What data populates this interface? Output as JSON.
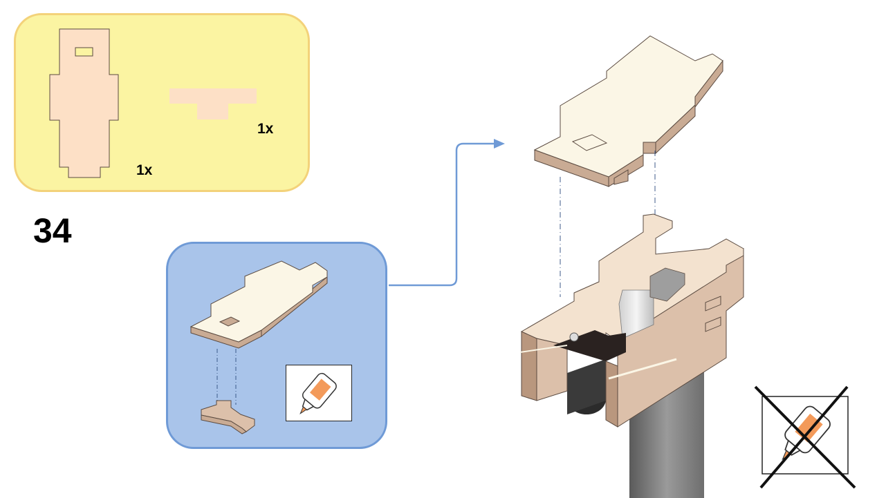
{
  "step": {
    "number": "34"
  },
  "parts": [
    {
      "quantity": "1x"
    },
    {
      "quantity": "1x"
    }
  ],
  "colors": {
    "parts_panel_bg": "#fbf4a2",
    "parts_panel_border": "#f3d27a",
    "part_fill": "#fde0c6",
    "detail_panel_bg": "#a9c4ea",
    "detail_panel_border": "#6f9ad6",
    "arrow": "#6f9ad6",
    "wood_top": "#fbf6e6",
    "wood_side": "#c9ab94",
    "wood_front": "#dcc0aa",
    "glue_orange": "#f39a5a"
  },
  "icons": {
    "glue": "glue-bottle-icon",
    "no_glue": "no-glue-icon"
  }
}
